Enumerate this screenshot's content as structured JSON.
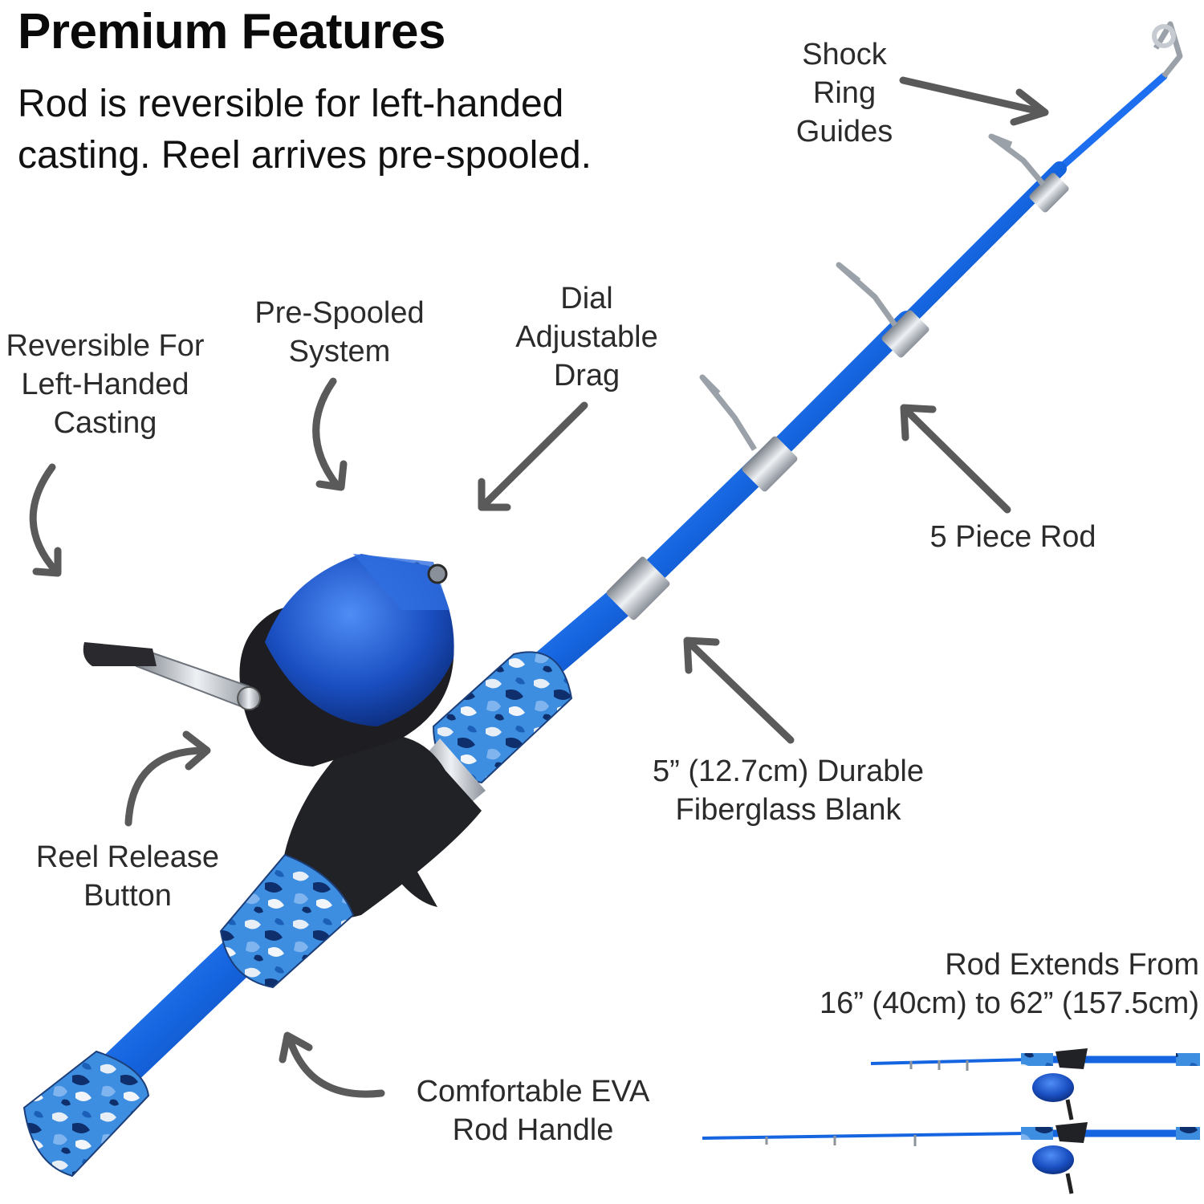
{
  "header": {
    "title": "Premium Features",
    "subtitle_line1": "Rod is reversible for left-handed",
    "subtitle_line2": "casting. Reel arrives pre-spooled."
  },
  "callouts": {
    "shock_ring": [
      "Shock",
      "Ring",
      "Guides"
    ],
    "pre_spooled": [
      "Pre-Spooled",
      "System"
    ],
    "dial_drag": [
      "Dial",
      "Adjustable",
      "Drag"
    ],
    "reversible": [
      "Reversible For",
      "Left-Handed",
      "Casting"
    ],
    "five_piece": [
      "5 Piece Rod"
    ],
    "fiberglass": [
      "5” (12.7cm) Durable",
      "Fiberglass Blank"
    ],
    "reel_release": [
      "Reel Release",
      "Button"
    ],
    "eva_handle": [
      "Comfortable EVA",
      "Rod Handle"
    ],
    "extends": [
      "Rod Extends From",
      "16” (40cm) to 62” (157.5cm)"
    ]
  },
  "colors": {
    "rod_blue": "#1565e0",
    "rod_blue_dark": "#0d3fa8",
    "reel_black": "#1e1e22",
    "chrome": "#b9bec4",
    "arrow_gray": "#5a5a5a",
    "camo_base": "#3d8ee0"
  },
  "icons": [
    "arrow-icon",
    "fishing-rod-illustration",
    "spincast-reel-illustration",
    "camo-grip-illustration"
  ]
}
